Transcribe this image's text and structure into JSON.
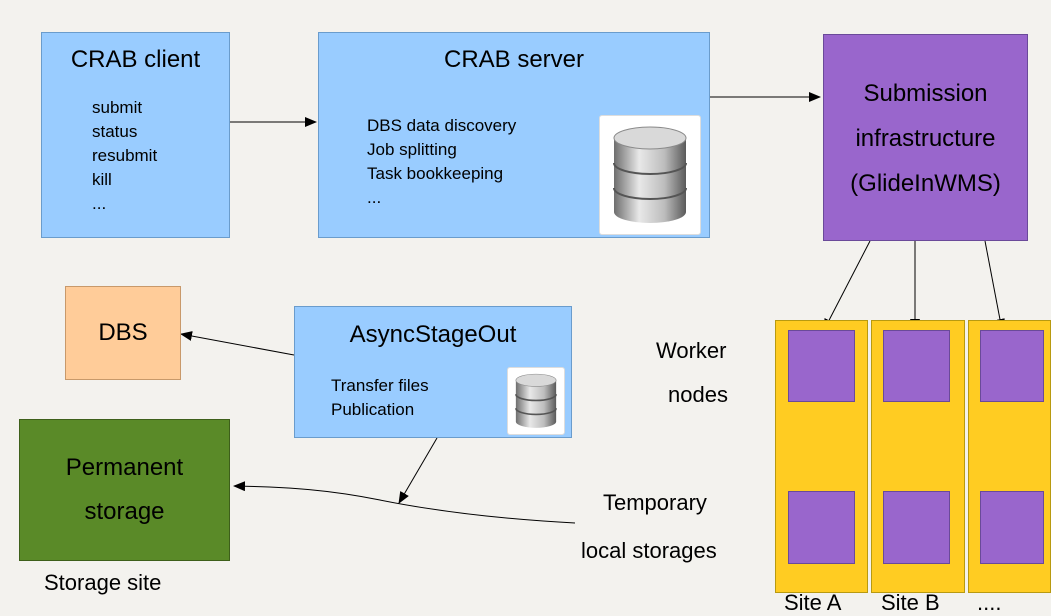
{
  "crab_client": {
    "title": "CRAB client",
    "commands": [
      "submit",
      "status",
      "resubmit",
      "kill",
      "..."
    ]
  },
  "crab_server": {
    "title": "CRAB server",
    "tasks": [
      "DBS data discovery",
      "Job splitting",
      "Task bookkeeping",
      "..."
    ]
  },
  "submission": {
    "lines": [
      "Submission",
      "infrastructure",
      "(GlideInWMS)"
    ]
  },
  "dbs": {
    "label": "DBS"
  },
  "async_stage_out": {
    "title": "AsyncStageOut",
    "tasks": [
      "Transfer files",
      "Publication"
    ]
  },
  "permanent_storage": {
    "lines": [
      "Permanent",
      "storage"
    ]
  },
  "labels": {
    "storage_site": "Storage site",
    "worker_nodes": [
      "Worker",
      "nodes"
    ],
    "temporary_storages": [
      "Temporary",
      "local storages"
    ],
    "sites": [
      "Site A",
      "Site B",
      "...."
    ]
  },
  "colors": {
    "blue_box": "#99ccff",
    "purple": "#9966cc",
    "dbs_orange": "#ffcc99",
    "storage_green": "#5a8a28",
    "site_yellow": "#ffcc22"
  },
  "icons": {
    "database": "database-icon"
  }
}
